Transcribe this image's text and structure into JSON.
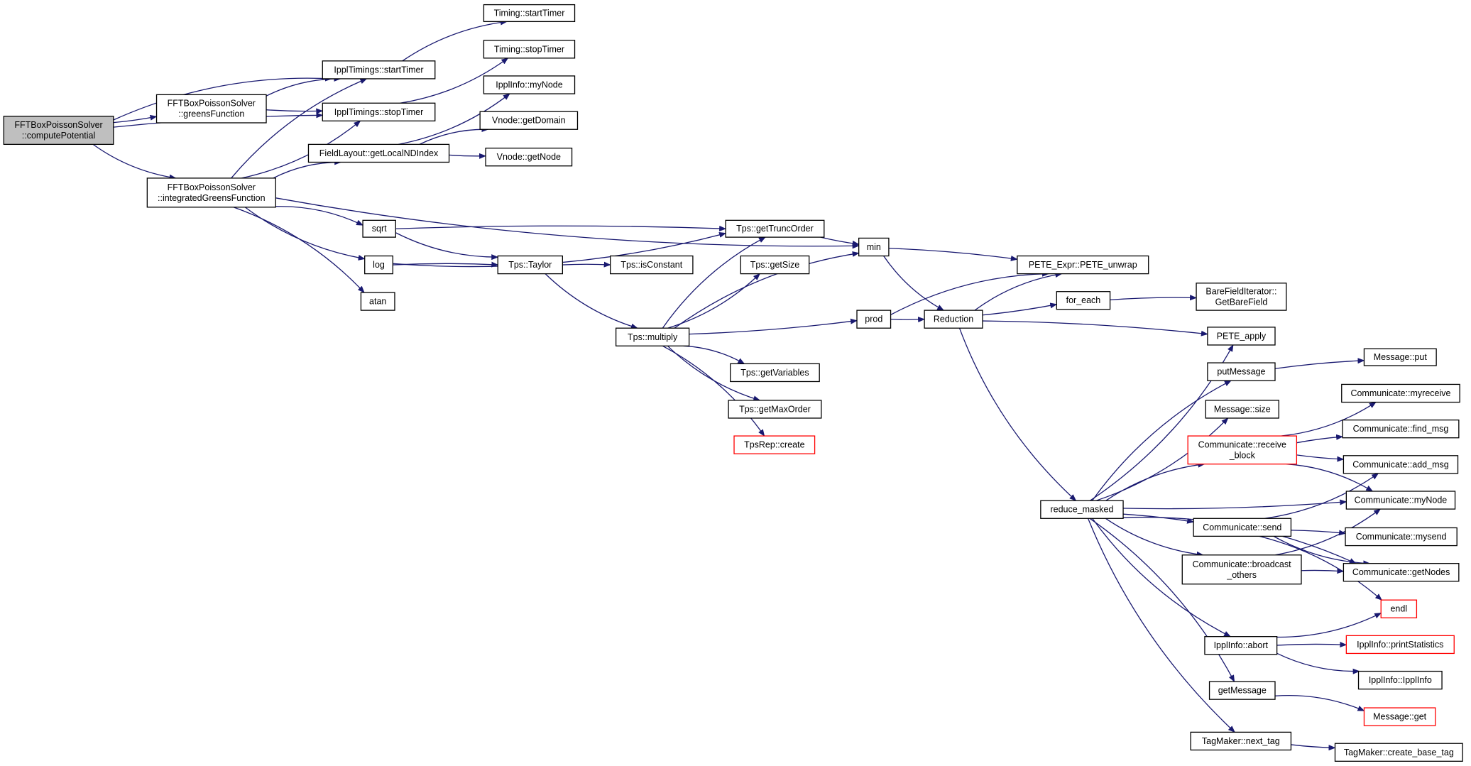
{
  "colors": {
    "edge": "#191970",
    "root_fill": "#bfbfbf",
    "truncated_border": "#ff0000",
    "node_border": "#000000"
  },
  "nodes": [
    {
      "id": "root",
      "lines": [
        "FFTBoxPoissonSolver",
        "::computePotential"
      ],
      "style": "root"
    },
    {
      "id": "startTimer",
      "lines": [
        "IpplTimings::startTimer"
      ]
    },
    {
      "id": "stopTimer",
      "lines": [
        "IpplTimings::stopTimer"
      ]
    },
    {
      "id": "greensFunction",
      "lines": [
        "FFTBoxPoissonSolver",
        "::greensFunction"
      ]
    },
    {
      "id": "integratedGreens",
      "lines": [
        "FFTBoxPoissonSolver",
        "::integratedGreensFunction"
      ]
    },
    {
      "id": "timingStart",
      "lines": [
        "Timing::startTimer"
      ]
    },
    {
      "id": "timingStop",
      "lines": [
        "Timing::stopTimer"
      ]
    },
    {
      "id": "ipplMyNode",
      "lines": [
        "IpplInfo::myNode"
      ]
    },
    {
      "id": "vnodeGetDomain",
      "lines": [
        "Vnode::getDomain"
      ]
    },
    {
      "id": "getLocalNDIndex",
      "lines": [
        "FieldLayout::getLocalNDIndex"
      ]
    },
    {
      "id": "vnodeGetNode",
      "lines": [
        "Vnode::getNode"
      ]
    },
    {
      "id": "sqrt",
      "lines": [
        "sqrt"
      ]
    },
    {
      "id": "log",
      "lines": [
        "log"
      ]
    },
    {
      "id": "atan",
      "lines": [
        "atan"
      ]
    },
    {
      "id": "getTruncOrder",
      "lines": [
        "Tps::getTruncOrder"
      ]
    },
    {
      "id": "taylor",
      "lines": [
        "Tps::Taylor"
      ]
    },
    {
      "id": "isConstant",
      "lines": [
        "Tps::isConstant"
      ]
    },
    {
      "id": "getSize",
      "lines": [
        "Tps::getSize"
      ]
    },
    {
      "id": "multiply",
      "lines": [
        "Tps::multiply"
      ]
    },
    {
      "id": "getVariables",
      "lines": [
        "Tps::getVariables"
      ]
    },
    {
      "id": "getMaxOrder",
      "lines": [
        "Tps::getMaxOrder"
      ]
    },
    {
      "id": "tpsRepCreate",
      "lines": [
        "TpsRep::create"
      ],
      "style": "trunc"
    },
    {
      "id": "min",
      "lines": [
        "min"
      ]
    },
    {
      "id": "prod",
      "lines": [
        "prod"
      ]
    },
    {
      "id": "reduction",
      "lines": [
        "Reduction"
      ]
    },
    {
      "id": "peteUnwrap",
      "lines": [
        "PETE_Expr::PETE_unwrap"
      ]
    },
    {
      "id": "forEach",
      "lines": [
        "for_each"
      ]
    },
    {
      "id": "bareField",
      "lines": [
        "BareFieldIterator::",
        "GetBareField"
      ]
    },
    {
      "id": "peteApply",
      "lines": [
        "PETE_apply"
      ]
    },
    {
      "id": "putMessage",
      "lines": [
        "putMessage"
      ]
    },
    {
      "id": "messagePut",
      "lines": [
        "Message::put"
      ]
    },
    {
      "id": "messageSize",
      "lines": [
        "Message::size"
      ]
    },
    {
      "id": "commMyReceive",
      "lines": [
        "Communicate::myreceive"
      ]
    },
    {
      "id": "commReceiveBlock",
      "lines": [
        "Communicate::receive",
        "_block"
      ],
      "style": "trunc"
    },
    {
      "id": "commFindMsg",
      "lines": [
        "Communicate::find_msg"
      ]
    },
    {
      "id": "commAddMsg",
      "lines": [
        "Communicate::add_msg"
      ]
    },
    {
      "id": "reduceMasked",
      "lines": [
        "reduce_masked"
      ]
    },
    {
      "id": "commMyNode",
      "lines": [
        "Communicate::myNode"
      ]
    },
    {
      "id": "commSend",
      "lines": [
        "Communicate::send"
      ]
    },
    {
      "id": "commMySend",
      "lines": [
        "Communicate::mysend"
      ]
    },
    {
      "id": "commBroadcast",
      "lines": [
        "Communicate::broadcast",
        "_others"
      ]
    },
    {
      "id": "commGetNodes",
      "lines": [
        "Communicate::getNodes"
      ]
    },
    {
      "id": "endl",
      "lines": [
        "endl"
      ],
      "style": "trunc"
    },
    {
      "id": "ipplAbort",
      "lines": [
        "IpplInfo::abort"
      ]
    },
    {
      "id": "printStatistics",
      "lines": [
        "IpplInfo::printStatistics"
      ],
      "style": "trunc"
    },
    {
      "id": "ipplInfoCtor",
      "lines": [
        "IpplInfo::IpplInfo"
      ]
    },
    {
      "id": "getMessage",
      "lines": [
        "getMessage"
      ]
    },
    {
      "id": "messageGet",
      "lines": [
        "Message::get"
      ],
      "style": "trunc"
    },
    {
      "id": "nextTag",
      "lines": [
        "TagMaker::next_tag"
      ]
    },
    {
      "id": "createBaseTag",
      "lines": [
        "TagMaker::create_base_tag"
      ]
    }
  ],
  "edges": [
    {
      "from": "root",
      "to": "startTimer"
    },
    {
      "from": "root",
      "to": "greensFunction"
    },
    {
      "from": "root",
      "to": "stopTimer"
    },
    {
      "from": "root",
      "to": "integratedGreens"
    },
    {
      "from": "greensFunction",
      "to": "startTimer"
    },
    {
      "from": "greensFunction",
      "to": "stopTimer"
    },
    {
      "from": "startTimer",
      "to": "timingStart"
    },
    {
      "from": "stopTimer",
      "to": "timingStop"
    },
    {
      "from": "integratedGreens",
      "to": "startTimer"
    },
    {
      "from": "integratedGreens",
      "to": "stopTimer"
    },
    {
      "from": "integratedGreens",
      "to": "getLocalNDIndex"
    },
    {
      "from": "integratedGreens",
      "to": "min"
    },
    {
      "from": "integratedGreens",
      "to": "sqrt"
    },
    {
      "from": "integratedGreens",
      "to": "log"
    },
    {
      "from": "integratedGreens",
      "to": "atan"
    },
    {
      "from": "getLocalNDIndex",
      "to": "ipplMyNode"
    },
    {
      "from": "getLocalNDIndex",
      "to": "vnodeGetDomain"
    },
    {
      "from": "getLocalNDIndex",
      "to": "vnodeGetNode"
    },
    {
      "from": "sqrt",
      "to": "getTruncOrder"
    },
    {
      "from": "sqrt",
      "to": "taylor"
    },
    {
      "from": "log",
      "to": "taylor"
    },
    {
      "from": "log",
      "to": "getTruncOrder"
    },
    {
      "from": "taylor",
      "to": "isConstant"
    },
    {
      "from": "taylor",
      "to": "multiply"
    },
    {
      "from": "multiply",
      "to": "getTruncOrder"
    },
    {
      "from": "multiply",
      "to": "getSize"
    },
    {
      "from": "multiply",
      "to": "min"
    },
    {
      "from": "multiply",
      "to": "prod"
    },
    {
      "from": "multiply",
      "to": "getVariables"
    },
    {
      "from": "multiply",
      "to": "getMaxOrder"
    },
    {
      "from": "multiply",
      "to": "tpsRepCreate"
    },
    {
      "from": "getTruncOrder",
      "to": "min"
    },
    {
      "from": "min",
      "to": "peteUnwrap"
    },
    {
      "from": "min",
      "to": "reduction"
    },
    {
      "from": "prod",
      "to": "peteUnwrap"
    },
    {
      "from": "prod",
      "to": "reduction"
    },
    {
      "from": "reduction",
      "to": "peteUnwrap"
    },
    {
      "from": "reduction",
      "to": "forEach"
    },
    {
      "from": "reduction",
      "to": "peteApply"
    },
    {
      "from": "reduction",
      "to": "reduceMasked"
    },
    {
      "from": "forEach",
      "to": "bareField"
    },
    {
      "from": "reduceMasked",
      "to": "peteApply"
    },
    {
      "from": "reduceMasked",
      "to": "putMessage"
    },
    {
      "from": "reduceMasked",
      "to": "messageSize"
    },
    {
      "from": "reduceMasked",
      "to": "commReceiveBlock"
    },
    {
      "from": "reduceMasked",
      "to": "commMyNode"
    },
    {
      "from": "reduceMasked",
      "to": "commSend"
    },
    {
      "from": "reduceMasked",
      "to": "commBroadcast"
    },
    {
      "from": "reduceMasked",
      "to": "commGetNodes"
    },
    {
      "from": "reduceMasked",
      "to": "ipplAbort"
    },
    {
      "from": "reduceMasked",
      "to": "getMessage"
    },
    {
      "from": "reduceMasked",
      "to": "nextTag"
    },
    {
      "from": "putMessage",
      "to": "messagePut"
    },
    {
      "from": "commReceiveBlock",
      "to": "commMyReceive"
    },
    {
      "from": "commReceiveBlock",
      "to": "commFindMsg"
    },
    {
      "from": "commReceiveBlock",
      "to": "commAddMsg"
    },
    {
      "from": "commReceiveBlock",
      "to": "commMyNode"
    },
    {
      "from": "commSend",
      "to": "commAddMsg"
    },
    {
      "from": "commSend",
      "to": "commMySend"
    },
    {
      "from": "commSend",
      "to": "commGetNodes"
    },
    {
      "from": "commSend",
      "to": "endl"
    },
    {
      "from": "commBroadcast",
      "to": "commMyNode"
    },
    {
      "from": "commBroadcast",
      "to": "commGetNodes"
    },
    {
      "from": "ipplAbort",
      "to": "endl"
    },
    {
      "from": "ipplAbort",
      "to": "printStatistics"
    },
    {
      "from": "ipplAbort",
      "to": "ipplInfoCtor"
    },
    {
      "from": "getMessage",
      "to": "messageGet"
    },
    {
      "from": "nextTag",
      "to": "createBaseTag"
    }
  ]
}
